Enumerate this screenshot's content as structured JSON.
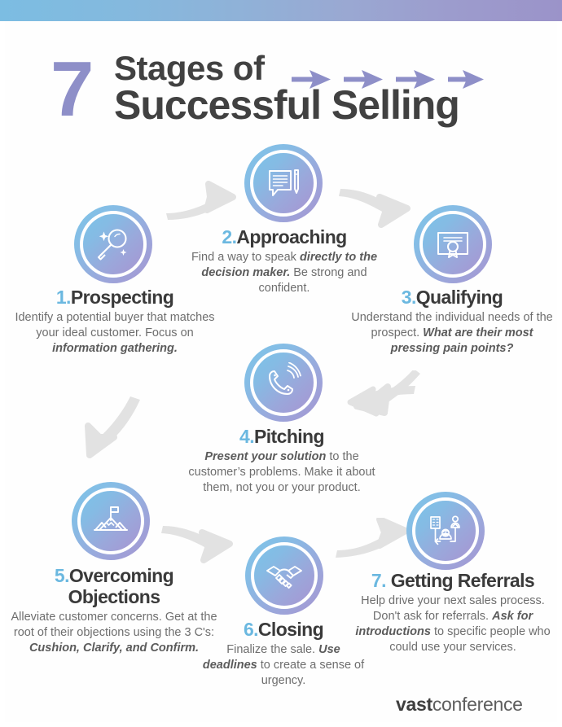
{
  "header": {
    "number": "7",
    "line1": "Stages of",
    "line2": "Successful Selling",
    "arrow_count": 4,
    "number_color": "#8e8fc8",
    "title_color": "#414141",
    "topbar_gradient_from": "#7cbde2",
    "topbar_gradient_to": "#9b93c9"
  },
  "theme": {
    "number_accent": "#6bb8e0",
    "heading": "#3a3a3a",
    "body": "#6e6e6e",
    "circle_gradient_from": "#7cc3e8",
    "circle_gradient_to": "#a795d2",
    "connector_arrow": "#e0e0e0"
  },
  "stages": [
    {
      "num": "1.",
      "title": "Prospecting",
      "icon": "magnifying-glass-icon",
      "body_html": "Identify a potential buyer that matches your ideal customer. Focus on <b>information gathering.</b>"
    },
    {
      "num": "2.",
      "title": "Approaching",
      "icon": "speech-bubble-pen-icon",
      "body_html": "Find a way to speak <b>directly to the decision maker.</b> Be strong and confident."
    },
    {
      "num": "3.",
      "title": "Qualifying",
      "icon": "certificate-award-icon",
      "body_html": "Understand the individual needs of the prospect. <b>What are their most pressing pain points?</b>"
    },
    {
      "num": "4.",
      "title": "Pitching",
      "icon": "ringing-phone-icon",
      "body_html": "<b>Present your solution</b> to the customer&rsquo;s problems. Make it about them, not you or your product."
    },
    {
      "num": "5.",
      "title": "Overcoming Objections",
      "icon": "mountain-flag-icon",
      "body_html": "Alleviate customer concerns. Get at the root of their objections using the 3 C's: <b>Cushion, Clarify, and Confirm.</b>"
    },
    {
      "num": "6.",
      "title": "Closing",
      "icon": "handshake-icon",
      "body_html": "Finalize the sale. <b>Use deadlines</b> to create a sense of urgency."
    },
    {
      "num": "7.",
      "title": "Getting Referrals",
      "icon": "referral-network-icon",
      "body_html": "Help drive your next sales process. Don't ask for referrals. <b>Ask for introductions</b> to specific people who could use your services."
    }
  ],
  "footer": {
    "logo_bold": "vast",
    "logo_light": "conference"
  }
}
